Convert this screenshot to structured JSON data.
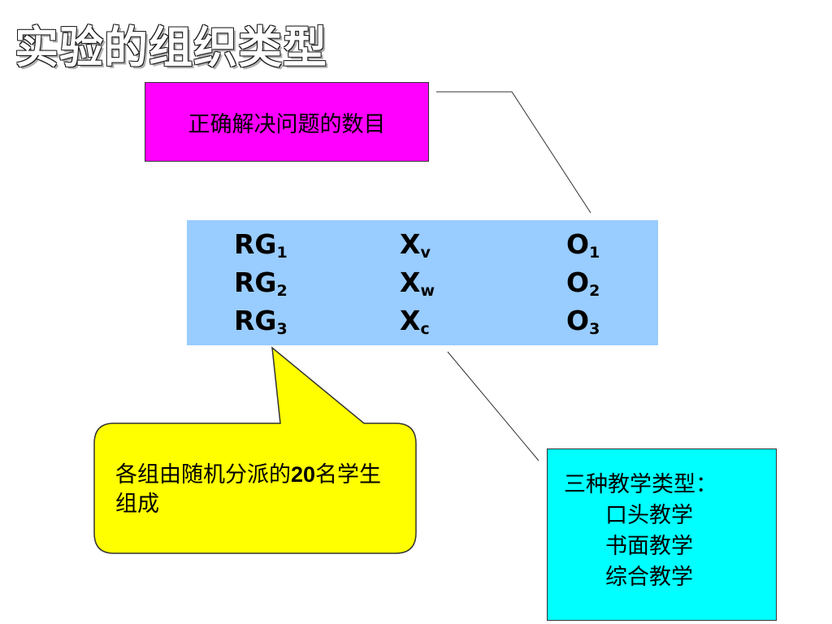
{
  "title": "实验的组织类型",
  "dependent_variable_box": {
    "text": "正确解决问题的数目"
  },
  "design_table": {
    "rows": [
      {
        "group": "RG",
        "group_sub": "1",
        "treatment": "X",
        "treatment_sub": "v",
        "observation": "O",
        "observation_sub": "1"
      },
      {
        "group": "RG",
        "group_sub": "2",
        "treatment": "X",
        "treatment_sub": "w",
        "observation": "O",
        "observation_sub": "2"
      },
      {
        "group": "RG",
        "group_sub": "3",
        "treatment": "X",
        "treatment_sub": "c",
        "observation": "O",
        "observation_sub": "3"
      }
    ]
  },
  "groups_callout": {
    "text_before": "各组由随机分派的",
    "number": "20",
    "text_after": "名学生组成"
  },
  "treatments_box": {
    "heading": "三种教学类型：",
    "items": [
      "口头教学",
      "书面教学",
      "综合教学"
    ]
  },
  "colors": {
    "dependent_variable_box": "#ff00ff",
    "design_table": "#99ccff",
    "groups_callout": "#ffff00",
    "treatments_box": "#00ffff"
  }
}
